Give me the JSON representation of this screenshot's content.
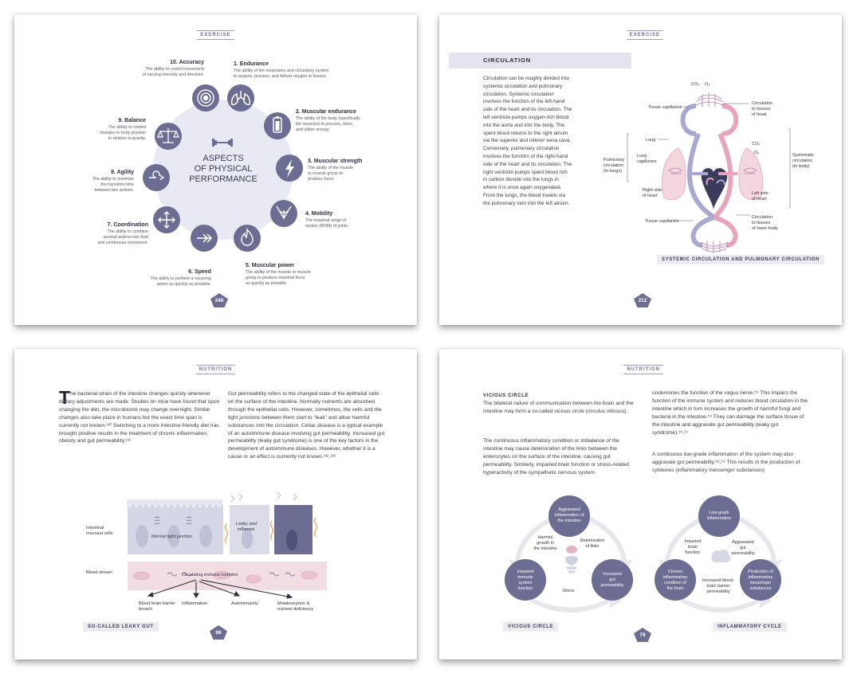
{
  "pages": {
    "p1": {
      "section": "EXERCISE",
      "center_lines": [
        "ASPECTS",
        "OF PHYSICAL",
        "PERFORMANCE"
      ],
      "page_number": "248",
      "aspects": [
        {
          "title": "1. Endurance",
          "desc": [
            "The ability of the respiratory and circulatory system",
            "to acquire, process, and deliver oxygen to tissues"
          ],
          "icon": "lungs-icon"
        },
        {
          "title": "2. Muscular endurance",
          "desc": [
            "The ability of the body (specifically",
            "the muscles) to process, store,",
            "and utilize energy."
          ],
          "icon": "battery-icon"
        },
        {
          "title": "3. Muscular strength",
          "desc": [
            "The ability of the muscle",
            "or muscle group to",
            "produce force."
          ],
          "icon": "lightning-icon"
        },
        {
          "title": "4. Mobility",
          "desc": [
            "The maximal range of",
            "motion (ROM) of joints."
          ],
          "icon": "joint-angle-icon"
        },
        {
          "title": "5. Muscular power",
          "desc": [
            "The ability of the muscle or muscle",
            "group to produce maximal force",
            "as quickly as possible."
          ],
          "icon": "flame-icon"
        },
        {
          "title": "6. Speed",
          "desc": [
            "The ability to perform a recurring",
            "action as quickly as possible."
          ],
          "icon": "double-arrow-icon"
        },
        {
          "title": "7. Coordination",
          "desc": [
            "The ability to combine",
            "several actions into fluid",
            "and continuous movement."
          ],
          "icon": "move-arrows-icon"
        },
        {
          "title": "8. Agility",
          "desc": [
            "The ability to minimize",
            "the transition time",
            "between two actions."
          ],
          "icon": "turn-arrow-icon"
        },
        {
          "title": "9. Balance",
          "desc": [
            "The ability to control",
            "changes in body position",
            "in relation to gravity."
          ],
          "icon": "scale-icon"
        },
        {
          "title": "10. Accuracy",
          "desc": [
            "The ability to control movement",
            "of varying intensity and direction."
          ],
          "icon": "target-icon"
        }
      ]
    },
    "p2": {
      "section": "EXERCISE",
      "heading": "CIRCULATION",
      "paragraph": "Circulation can be roughly divided into systemic circulation and pulmonary circulation. Systemic circulation involves the function of the left-hand side of the heart and its circulation. The left ventricle pumps oxygen-rich blood into the aorta and into the body. The spent blood returns to the right atrium via the superior and inferior vena cava. Conversely, pulmonary circulation involves the function of the right-hand side of the heart and its circulation. The right ventricle pumps spent blood rich in carbon dioxide into the lungs in where it is once again oxygenated. From the lungs, the blood travels via the pulmonary vein into the left atrium.",
      "labels": {
        "co2_top": "CO₂",
        "o2_top": "O₂",
        "tissue_cap_top": "Tissue capillaries",
        "circ_head": [
          "Circulation",
          "to tissues",
          "of head"
        ],
        "lung": "Lung",
        "pulm_circ": [
          "Pulmonary",
          "circulation",
          "(to lungs)"
        ],
        "lung_cap": [
          "Lung",
          "capillaries"
        ],
        "co2_right": "CO₂",
        "o2_right": "O₂",
        "systematic": [
          "Systematic",
          "circulation",
          "(to body)"
        ],
        "right_heart": [
          "Right side",
          "of heart"
        ],
        "left_heart": [
          "Left side",
          "of heart"
        ],
        "tissue_cap_bottom": "Tissue capillaries",
        "circ_lower": [
          "Circulation",
          "to tissues",
          "of lower body"
        ]
      },
      "caption": "SYSTEMIC CIRCULATION AND PULMONARY CIRCULATION",
      "page_number": "212"
    },
    "p3": {
      "section": "NUTRITION",
      "dropcap": "T",
      "col1": "he bacterial strain of the intestine changes quickly whenever dietary adjustments are made. Studies on mice have found that upon changing the diet, the microbiome may change overnight. Similar changes also take place in humans but the exact time span is currently not known.¹³⁰ Switching to a more intestine-friendly diet has brought positive results in the treatment of chronic inflammation, obesity and gut permeability.¹³¹",
      "col2": "Gut permeability refers to the changed state of the epithelial cells on the surface of the intestine. Normally nutrients are absorbed through the epithelial cells. However, sometimes, the cells and the tight junctions between them start to “leak” and allow harmful substances into the circulation. Celiac disease is a typical example of an autoimmune disease involving gut permeability. Increased gut permeability (leaky gut syndrome) is one of the key factors in the development of autoimmune diseases. However, whether it is a cause or an effect is currently not known.¹³²,¹³³",
      "labels": {
        "mucosal": [
          "Intestinal",
          "mucosal cells"
        ],
        "normal_tj": "Normal tight junction",
        "leaky": [
          "Leaky and",
          "inflamed"
        ],
        "blood": "Blood stream",
        "immune": "Circulating immune complex",
        "bbb": [
          "Blood brain barrier",
          "breach"
        ],
        "inflammation": "Inflammation",
        "autoimmunity": "Autoimmunity",
        "malabsorption": [
          "Malabsorption &",
          "nutrient deficiency"
        ]
      },
      "caption": "SO-CALLED LEAKY GUT",
      "page_number": "98"
    },
    "p4": {
      "section": "NUTRITION",
      "heading": "VICIOUS CIRCLE",
      "col1_p1": "The bilateral nature of communication between the brain and the intestine may form a so-called vicious circle (circulus vitiosus).",
      "col1_p2": "The continuous inflammatory condition or imbalance of the intestine may cause deterioration of the links between the enterocytes on the surface of the intestine, causing gut permeability. Similarly, impaired brain function or stress-related hyperactivity of the sympathetic nervous system",
      "col2_p1": "undermines the function of the vagus nerve.⁶⁵ This impairs the function of the immune system and reduces blood circulation in the intestine which in turn increases the growth of harmful fungi and bacteria in the intestine.⁶⁵ They can damage the surface tissue of the intestine and aggravate gut permeability (leaky gut syndrome).⁶⁶,⁶⁷",
      "col2_p2": "A continuous low-grade inflammation of the system may also aggravate gut permeability.⁶⁸,⁶⁹ This results in the production of cytokines (inflammatory messenger substances)",
      "vicious": {
        "top": [
          "Aggravated",
          "inflammation of",
          "the intestine"
        ],
        "right": [
          "Increased",
          "gut",
          "permeability"
        ],
        "left": [
          "Impaired",
          "immune",
          "system",
          "function"
        ],
        "arrow_left": [
          "Harmful",
          "growth in",
          "the intestine"
        ],
        "arrow_right": [
          "Deterioration",
          "of links"
        ],
        "arrow_bottom": "Stress"
      },
      "inflam": {
        "top": [
          "Low-grade",
          "inflammation"
        ],
        "right": [
          "Production of",
          "inflammatory",
          "messenger",
          "substances"
        ],
        "left": [
          "Chronic",
          "inflammatory",
          "condition of",
          "the brain"
        ],
        "arrow_left": [
          "Impaired",
          "brain",
          "function"
        ],
        "arrow_right": [
          "Aggravated",
          "gut",
          "permeability"
        ],
        "arrow_bottom": [
          "Increased blood-",
          "brain barrier",
          "permeability"
        ]
      },
      "caption_left": "VICIOUS CIRCLE",
      "caption_right": "INFLAMMATORY CYCLE",
      "page_number": "79"
    }
  }
}
